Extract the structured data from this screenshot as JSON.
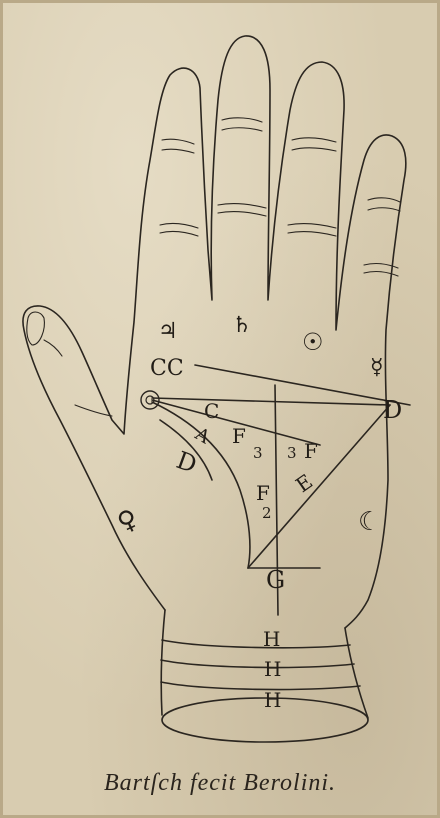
{
  "labels": {
    "mars_upper": "♃",
    "saturn": "♄",
    "sun": "☉",
    "mercury": "☿",
    "cc": "CC",
    "c": "C",
    "d_right": "D",
    "a": "A",
    "f3_left": "F",
    "num3_left": "3",
    "num3_right": "3",
    "f3_right": "F",
    "d_left": "D",
    "e": "E",
    "f2": "F",
    "num2": "2",
    "moon": "☾",
    "venus": "♀",
    "g": "G",
    "h1": "H",
    "h2": "H",
    "h3": "H"
  },
  "caption": "Bartſch fecit Berolini."
}
